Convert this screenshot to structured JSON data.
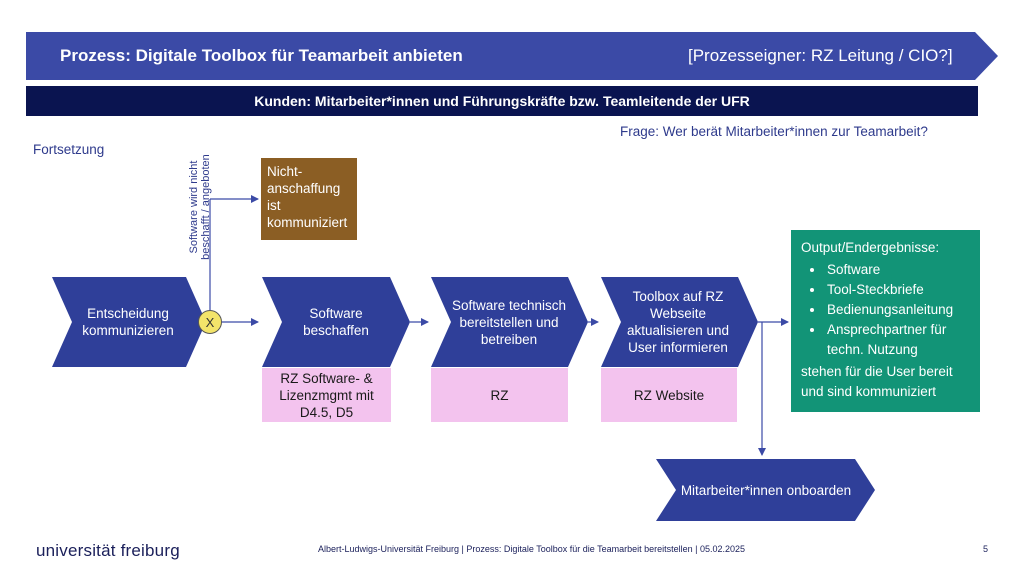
{
  "header": {
    "title": "Prozess: Digitale Toolbox für Teamarbeit anbieten",
    "owner": "[Prozesseigner: RZ Leitung / CIO?]"
  },
  "kunden": "Kunden:  Mitarbeiter*innen und Führungskräfte bzw. Teamleitende der UFR",
  "question": "Frage: Wer berät Mitarbeiter*innen zur Teamarbeit?",
  "continuation": "Fortsetzung",
  "branch_label": "Software wird nicht beschafft / angeboten",
  "decision_symbol": "X",
  "nicht_box": "Nicht-anschaffung ist kommuniziert",
  "steps": [
    {
      "label": "Entscheidung kommunizieren"
    },
    {
      "label": "Software beschaffen",
      "role": "RZ Software- & Lizenzmgmt mit D4.5, D5"
    },
    {
      "label": "Software technisch bereitstellen und betreiben",
      "role": "RZ"
    },
    {
      "label": "Toolbox auf RZ Webseite aktualisieren und User informieren",
      "role": "RZ Website"
    }
  ],
  "onboarding": "Mitarbeiter*innen onboarden",
  "output": {
    "title": "Output/Endergebnisse:",
    "items": [
      "Software",
      "Tool-Steckbriefe",
      "Bedienungsanleitung",
      "Ansprechpartner für techn. Nutzung"
    ],
    "footer": "stehen für die User bereit und sind kommuniziert"
  },
  "footer": {
    "logo": "universität freiburg",
    "text": "Albert-Ludwigs-Universität Freiburg | Prozess: Digitale Toolbox für die Teamarbeit bereitstellen | 05.02.2025",
    "page": "5"
  },
  "colors": {
    "header": "#3b4aa6",
    "kunden_bar": "#0a1450",
    "chevron": "#2f3f99",
    "nicht_box": "#8b5e24",
    "role_box": "#f3c3ee",
    "output_box": "#129477",
    "decision": "#f3e46a"
  }
}
